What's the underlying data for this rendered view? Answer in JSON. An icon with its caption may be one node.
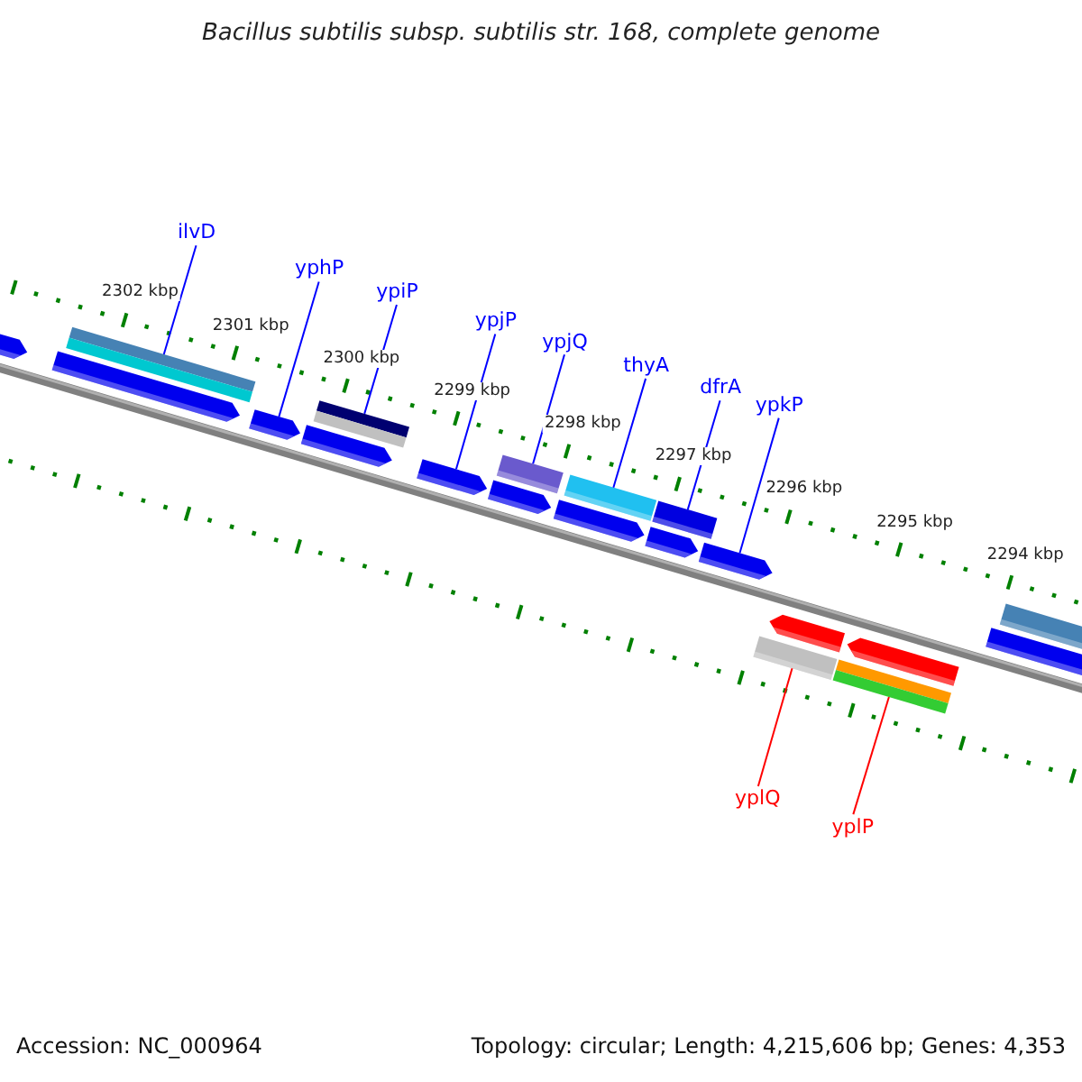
{
  "diagram": {
    "title": "Bacillus subtilis subsp. subtilis str. 168, complete genome",
    "nodes": [
      {
        "text": [
          "ilvD"
        ]
      },
      {
        "text": [
          "yphP"
        ]
      },
      {
        "text": [
          "ypiP"
        ]
      },
      {
        "text": [
          "ypjP"
        ]
      },
      {
        "text": [
          "ypjQ"
        ]
      },
      {
        "text": [
          "thyA"
        ]
      },
      {
        "text": [
          "dfrA"
        ]
      },
      {
        "text": [
          "ypkP"
        ]
      },
      {
        "text": [
          "yplQ"
        ]
      },
      {
        "text": [
          "yplP"
        ]
      },
      {
        "text": [],
        "shape": "bar"
      },
      {
        "text": [],
        "shape": "arrow"
      },
      {
        "text": [],
        "shape": "bar"
      },
      {
        "text": [],
        "shape": "arrow"
      },
      {
        "text": [],
        "shape": "bar"
      },
      {
        "text": [],
        "shape": "bar"
      },
      {
        "text": [],
        "shape": "bar"
      },
      {
        "text": [],
        "shape": "arrow"
      },
      {
        "text": [],
        "shape": "bar"
      },
      {
        "text": [],
        "shape": "bar"
      },
      {
        "text": [],
        "shape": "arrow"
      },
      {
        "text": [],
        "shape": "arrow"
      },
      {
        "text": [],
        "shape": "arrow"
      },
      {
        "text": [],
        "shape": "arrow"
      },
      {
        "text": [],
        "shape": "arrow"
      },
      {
        "text": [],
        "shape": "arrow"
      },
      {
        "text": [],
        "shape": "arrow"
      },
      {
        "text": [],
        "shape": "arrow"
      },
      {
        "text": [],
        "shape": "bar"
      },
      {
        "text": [],
        "shape": "arrow"
      }
    ],
    "edges": [
      {
        "from": 0,
        "to": 10,
        "arrow": "none"
      },
      {
        "from": 1,
        "to": 11,
        "arrow": "none"
      },
      {
        "from": 2,
        "to": 12,
        "arrow": "none"
      },
      {
        "from": 3,
        "to": 13,
        "arrow": "none"
      },
      {
        "from": 4,
        "to": 14,
        "arrow": "none"
      },
      {
        "from": 5,
        "to": 15,
        "arrow": "none"
      },
      {
        "from": 6,
        "to": 16,
        "arrow": "none"
      },
      {
        "from": 7,
        "to": 17,
        "arrow": "none"
      },
      {
        "from": 8,
        "to": 18,
        "arrow": "none",
        "color": "#ff0000"
      },
      {
        "from": 9,
        "to": 19,
        "arrow": "none",
        "color": "#ff0000"
      }
    ],
    "labels": [
      "2302 kbp",
      "2301 kbp",
      "2300 kbp",
      "2299 kbp",
      "2298 kbp",
      "2297 kbp",
      "2296 kbp",
      "2295 kbp",
      "2294 kbp",
      "Accession: NC_000964",
      "Topology: circular; Length: 4,215,606 bp; Genes: 4,353"
    ]
  }
}
